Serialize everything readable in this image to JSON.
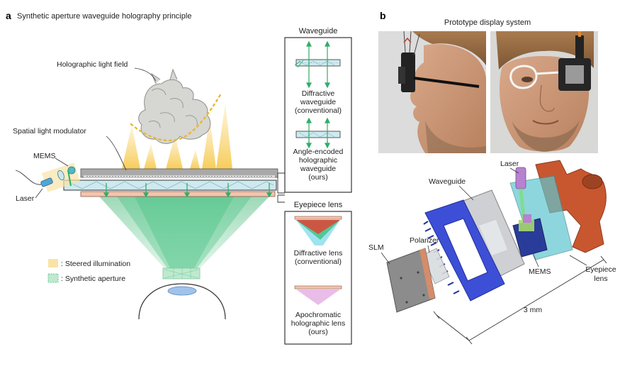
{
  "panel_a": {
    "letter": "a",
    "title": "Synthetic aperture waveguide holography principle",
    "labels": {
      "light_field": "Holographic light field",
      "slm": "Spatial light modulator",
      "mems": "MEMS",
      "laser": "Laser"
    },
    "legend": {
      "steered": ": Steered illumination",
      "synthetic": ": Synthetic aperture"
    },
    "waveguide_box": {
      "title": "Waveguide",
      "conventional": [
        "Diffractive",
        "waveguide",
        "(conventional)"
      ],
      "ours": [
        "Angle-encoded",
        "holographic",
        "waveguide",
        "(ours)"
      ]
    },
    "eyepiece_box": {
      "title": "Eyepiece lens",
      "conventional": [
        "Diffractive lens",
        "(conventional)"
      ],
      "ours": [
        "Apochromatic",
        "holographic lens",
        "(ours)"
      ]
    }
  },
  "panel_b": {
    "letter": "b",
    "title": "Prototype display system",
    "labels": {
      "laser": "Laser",
      "waveguide": "Waveguide",
      "polarizer": "Polarizer",
      "slm": "SLM",
      "mems": "MEMS",
      "eyepiece": [
        "Eyepiece",
        "lens"
      ],
      "scale": "3 mm"
    }
  },
  "colors": {
    "illumination": "#f6c84a",
    "aperture": "#3fbf7f",
    "waveguide_glass": "#cfe9ee",
    "slm_gray": "#8c8c8c",
    "lens_pink": "#f2c6b0",
    "housing_blue": "#3c4fd6",
    "frame_orange": "#c8572f"
  }
}
